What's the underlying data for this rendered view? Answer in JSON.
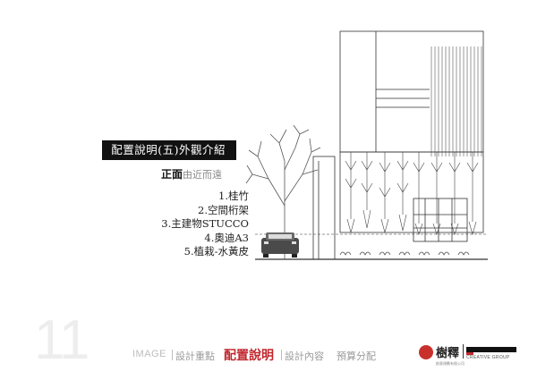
{
  "section_title": "配置說明(五)外觀介紹",
  "subtitle": {
    "main": "正面",
    "light": "由近而遠"
  },
  "items": [
    "1.桂竹",
    "2.空間桁架",
    "3.主建物STUCCO",
    "4.奧迪A3",
    "5.植栽-水黃皮"
  ],
  "page_number": "11",
  "nav": {
    "image": "IMAGE",
    "design_points": "設計重點",
    "layout": "配置說明",
    "content": "設計內容",
    "budget": "預算分配"
  },
  "logo": {
    "name": "樹釋",
    "tagline": "創意規劃有限公司"
  },
  "group_label": "CREATIVE GROUP",
  "colors": {
    "accent": "#c0272d",
    "title_bar": "#111111",
    "logo_red": "#c9302c"
  }
}
